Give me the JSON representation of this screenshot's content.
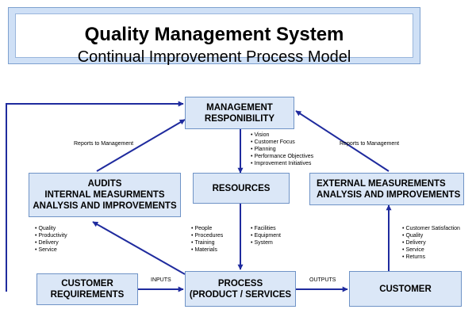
{
  "title": {
    "main": "Quality Management System",
    "subtitle": "Continual Improvement Process Model"
  },
  "boxes": {
    "management": [
      "MANAGEMENT",
      "RESPONIBILITY"
    ],
    "audits": [
      "AUDITS",
      "INTERNAL MEASURMENTS",
      "ANALYSIS AND IMPROVEMENTS"
    ],
    "resources": [
      "RESOURCES"
    ],
    "external": [
      "EXTERNAL MEASUREMENTS",
      "ANALYSIS AND IMPROVEMENTS"
    ],
    "customer_requirements": [
      "CUSTOMER",
      "REQUIREMENTS"
    ],
    "process": [
      "PROCESS",
      "(PRODUCT / SERVICES"
    ],
    "customer": [
      "CUSTOMER"
    ]
  },
  "labels": {
    "reports_left": "Reports to Management",
    "reports_right": "Reports to Management",
    "inputs": "INPUTS",
    "outputs": "OUTPUTS"
  },
  "lists": {
    "management": [
      "Vision",
      "Customer Focus",
      "Planning",
      "Performance Objectives",
      "Improvement Initiatives"
    ],
    "audits": [
      "Quality",
      "Productivity",
      "Delivery",
      "Service"
    ],
    "people": [
      "People",
      "Procedures",
      "Training",
      "Materials"
    ],
    "facilities": [
      "Facilities",
      "Equipment",
      "System"
    ],
    "customer": [
      "Customer Satisfaction",
      "Quality",
      "Delivery",
      "Service",
      "Returns"
    ]
  },
  "colors": {
    "box_fill": "#dbe7f7",
    "box_border": "#6f93c6",
    "arrow": "#1f2b9e"
  }
}
